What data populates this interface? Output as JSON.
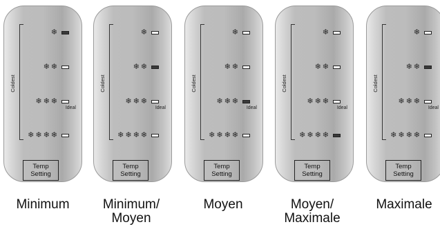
{
  "panels": [
    {
      "caption_line1": "Minimum",
      "caption_line2": "",
      "active_level": 1
    },
    {
      "caption_line1": "Minimum/",
      "caption_line2": "Moyen",
      "active_level": 2
    },
    {
      "caption_line1": "Moyen",
      "caption_line2": "",
      "active_level": 3
    },
    {
      "caption_line1": "Moyen/",
      "caption_line2": "Maximale",
      "active_level": 4
    },
    {
      "caption_line1": "Maximale",
      "caption_line2": "",
      "active_level": 2
    }
  ],
  "labels": {
    "coldest": "Coldest",
    "ideal": "Ideal",
    "temp": "Temp",
    "setting": "Setting",
    "snowflake": "❄"
  },
  "icon": "snowflake-icon",
  "colors": {
    "active_indicator": "#3a3a3a",
    "inactive_indicator": "#fdfdfd"
  }
}
